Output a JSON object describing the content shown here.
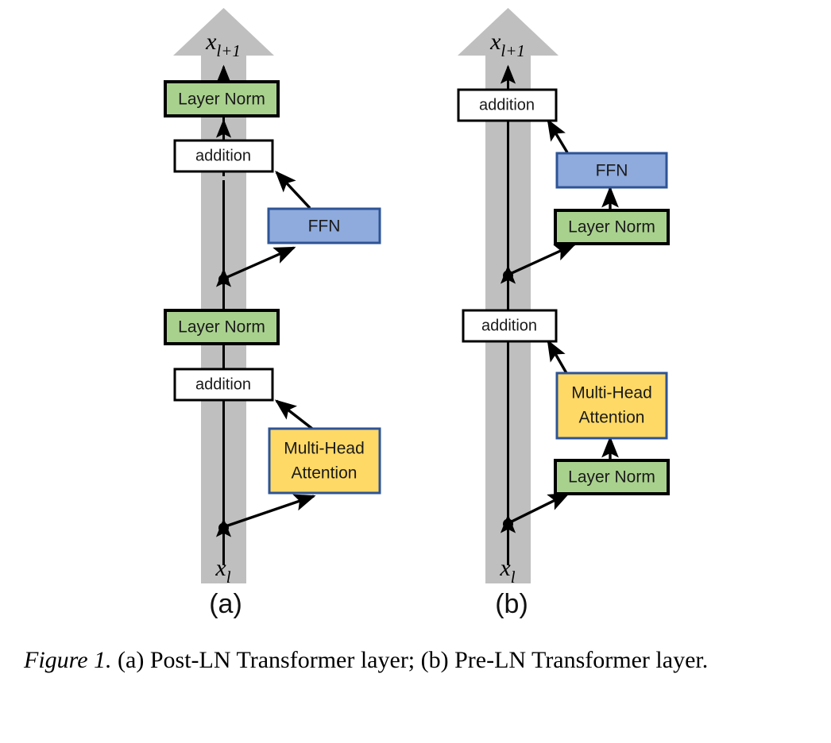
{
  "figure": {
    "caption_lead": "Figure 1.",
    "caption_rest": " (a) Post-LN Transformer layer; (b) Pre-LN Transformer layer.",
    "caption_full": "Figure 1. (a) Post-LN Transformer layer; (b) Pre-LN Transformer layer."
  },
  "colors": {
    "layer_norm_fill": "#a9d18e",
    "layer_norm_stroke": "#000000",
    "ffn_fill": "#8faadc",
    "ffn_stroke": "#2e5496",
    "attention_fill": "#ffd966",
    "attention_stroke": "#2e5496",
    "addition_fill": "#ffffff",
    "addition_stroke": "#000000",
    "residual_band": "#bfbfbf",
    "arrow": "#000000",
    "text": "#000000"
  },
  "panels": [
    {
      "id": "a",
      "label": "(a)",
      "name": "Post-LN Transformer layer",
      "input_var": "x",
      "input_sub": "l",
      "output_var": "x",
      "output_sub": "l+1",
      "blocks": [
        {
          "id": "a-layer-norm-top",
          "label": "Layer Norm",
          "type": "layer-norm"
        },
        {
          "id": "a-addition-top",
          "label": "addition",
          "type": "addition"
        },
        {
          "id": "a-ffn",
          "label": "FFN",
          "type": "ffn"
        },
        {
          "id": "a-layer-norm-bottom",
          "label": "Layer Norm",
          "type": "layer-norm"
        },
        {
          "id": "a-addition-bottom",
          "label": "addition",
          "type": "addition"
        },
        {
          "id": "a-attention",
          "label": "Multi-Head\nAttention",
          "type": "attention",
          "line1": "Multi-Head",
          "line2": "Attention"
        }
      ]
    },
    {
      "id": "b",
      "label": "(b)",
      "name": "Pre-LN Transformer layer",
      "input_var": "x",
      "input_sub": "l",
      "output_var": "x",
      "output_sub": "l+1",
      "blocks": [
        {
          "id": "b-addition-top",
          "label": "addition",
          "type": "addition"
        },
        {
          "id": "b-ffn",
          "label": "FFN",
          "type": "ffn"
        },
        {
          "id": "b-layer-norm-upper",
          "label": "Layer Norm",
          "type": "layer-norm"
        },
        {
          "id": "b-addition-bottom",
          "label": "addition",
          "type": "addition"
        },
        {
          "id": "b-attention",
          "label": "Multi-Head\nAttention",
          "type": "attention",
          "line1": "Multi-Head",
          "line2": "Attention"
        },
        {
          "id": "b-layer-norm-lower",
          "label": "Layer Norm",
          "type": "layer-norm"
        }
      ]
    }
  ]
}
